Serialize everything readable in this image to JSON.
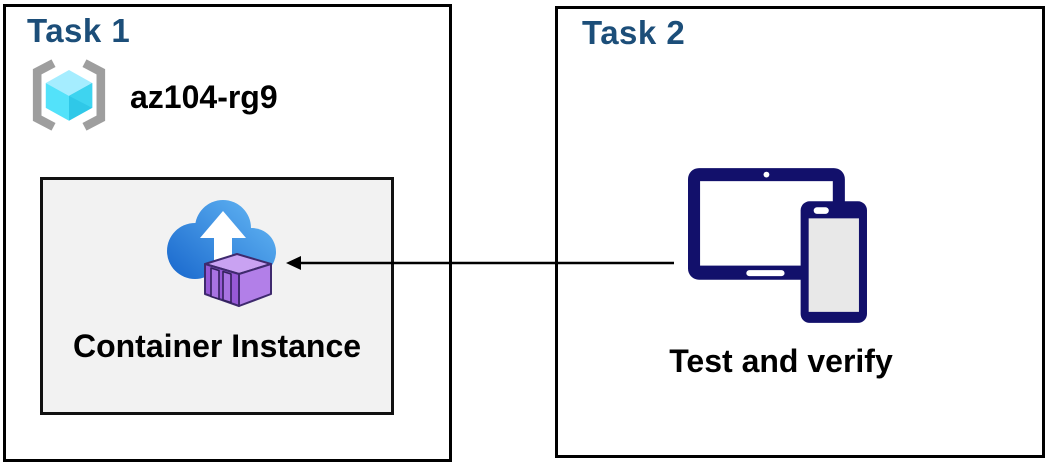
{
  "task1": {
    "title": "Task 1",
    "resource_group": {
      "name": "az104-rg9"
    },
    "container_instance": {
      "label": "Container Instance"
    }
  },
  "task2": {
    "title": "Task 2",
    "devices_label": "Test and verify"
  },
  "arrow": {
    "direction": "right-to-left",
    "from": "devices-icon",
    "to": "container-instance-box"
  },
  "colors": {
    "title_blue": "#1C4E79",
    "box_border": "#000000",
    "inner_box_fill": "#F2F2F2",
    "device_navy": "#12106B",
    "cloud_blue_dark": "#1B6ACE",
    "cloud_blue_light": "#5FB2F2",
    "container_purple": "#9659D6",
    "container_purple_light": "#C9A2F2",
    "cube_cyan_top": "#A5EDFF",
    "cube_cyan_left": "#53E2FA",
    "cube_cyan_right": "#2FC8E8",
    "bracket_gray": "#9E9E9E",
    "label_black": "#000000"
  }
}
